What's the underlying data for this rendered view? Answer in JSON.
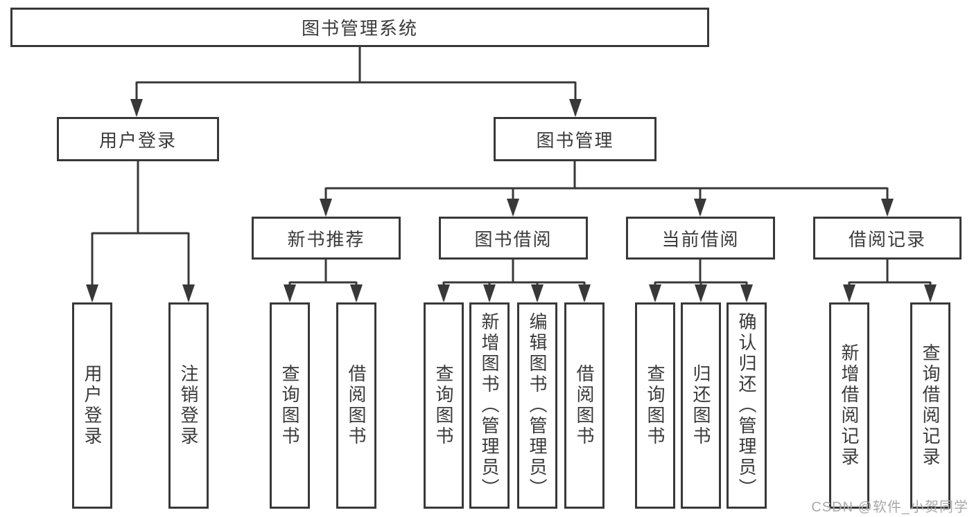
{
  "diagram": {
    "tree": {
      "root": {
        "label": "图书管理系统"
      },
      "user_login": {
        "label": "用户登录",
        "children": [
          "用户登录",
          "注销登录"
        ]
      },
      "book_management": {
        "label": "图书管理",
        "groups": [
          {
            "label": "新书推荐",
            "children": [
              "查询图书",
              "借阅图书"
            ]
          },
          {
            "label": "图书借阅",
            "children": [
              "查询图书",
              "新增图书（管理员）",
              "编辑图书（管理员）",
              "借阅图书"
            ]
          },
          {
            "label": "当前借阅",
            "children": [
              "查询图书",
              "归还图书",
              "确认归还（管理员）"
            ]
          },
          {
            "label": "借阅记录",
            "children": [
              "新增借阅记录",
              "查询借阅记录"
            ]
          }
        ]
      }
    },
    "colors": {
      "line": "#383838",
      "box_border": "#383838",
      "text": "#3a3a3a",
      "background": "#ffffff",
      "watermark": "#a9a9a9"
    }
  },
  "watermark": {
    "text": "CSDN @软件_小贺同学"
  }
}
